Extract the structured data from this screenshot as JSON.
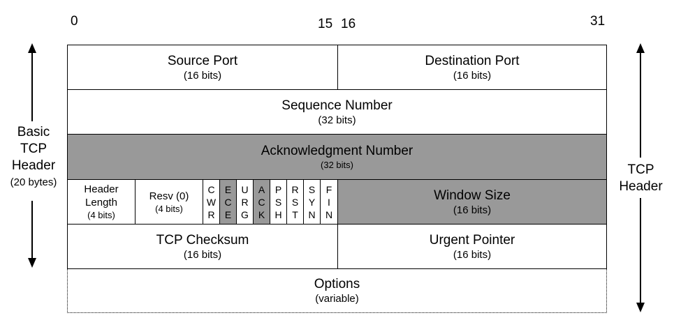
{
  "bit_numbers": {
    "b0": "0",
    "b15": "15",
    "b16": "16",
    "b31": "31"
  },
  "rows": {
    "source_port": {
      "name": "Source Port",
      "bits": "(16 bits)"
    },
    "destination_port": {
      "name": "Destination Port",
      "bits": "(16 bits)"
    },
    "sequence_number": {
      "name": "Sequence Number",
      "bits": "(32 bits)"
    },
    "acknowledgment_number": {
      "name": "Acknowledgment Number",
      "bits": "(32 bits)"
    },
    "header_length": {
      "line1": "Header",
      "line2": "Length",
      "bits": "(4 bits)"
    },
    "reserved": {
      "name": "Resv (0)",
      "bits": "(4 bits)"
    },
    "flags": [
      {
        "letters": [
          "C",
          "W",
          "R"
        ]
      },
      {
        "letters": [
          "E",
          "C",
          "E"
        ]
      },
      {
        "letters": [
          "U",
          "R",
          "G"
        ]
      },
      {
        "letters": [
          "A",
          "C",
          "K"
        ]
      },
      {
        "letters": [
          "P",
          "S",
          "H"
        ]
      },
      {
        "letters": [
          "R",
          "S",
          "T"
        ]
      },
      {
        "letters": [
          "S",
          "Y",
          "N"
        ]
      },
      {
        "letters": [
          "F",
          "I",
          "N"
        ]
      }
    ],
    "window_size": {
      "name": "Window Size",
      "bits": "(16 bits)"
    },
    "tcp_checksum": {
      "name": "TCP Checksum",
      "bits": "(16 bits)"
    },
    "urgent_pointer": {
      "name": "Urgent Pointer",
      "bits": "(16 bits)"
    },
    "options": {
      "name": "Options",
      "bits": "(variable)"
    }
  },
  "left_label": {
    "line1": "Basic",
    "line2": "TCP",
    "line3": "Header",
    "line4": "(20 bytes)"
  },
  "right_label": {
    "line1": "TCP",
    "line2": "Header"
  },
  "colors": {
    "shaded": "#999999",
    "border": "#000000",
    "background": "#ffffff"
  }
}
